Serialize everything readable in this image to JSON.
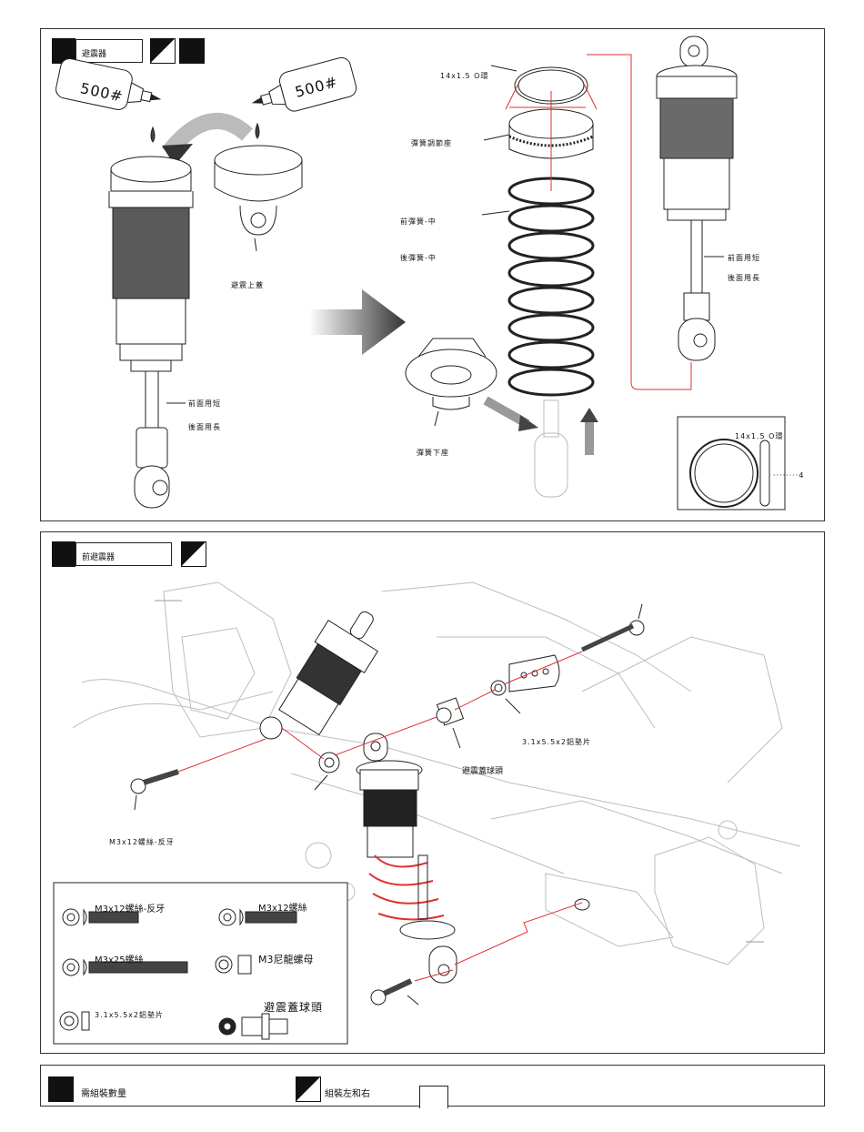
{
  "panel1": {
    "title": "避震器",
    "oil_left": "500#",
    "oil_right": "500#",
    "cap_label": "避震上蓋",
    "shaft_front": "前面用短",
    "shaft_rear": "後面用長",
    "oring": "14x1.5 O環",
    "adjuster": "彈簧調節座",
    "spring_front": "前彈簧-中",
    "spring_rear": "後彈簧-中",
    "lower_seat": "彈簧下座",
    "assembled_front": "前面用短",
    "assembled_rear": "後面用長",
    "inset_label": "14x1.5 O環",
    "inset_qty": "4"
  },
  "panel2": {
    "title": "前避震器",
    "screw_label": "M3x12螺絲-反牙",
    "washer_label": "3.1x5.5x2鋁墊片",
    "ball_label": "避震蓋球頭",
    "parts": [
      {
        "name": "M3x12螺絲-反牙"
      },
      {
        "name": "M3x12螺絲"
      },
      {
        "name": "M3x25螺絲"
      },
      {
        "name": "M3尼龍螺母"
      },
      {
        "name": "3.1x5.5x2鋁墊片"
      },
      {
        "name": "避震蓋球頭"
      }
    ]
  },
  "legend": {
    "quantity": "需組裝數量",
    "left_right": "組裝左和右"
  },
  "colors": {
    "line": "#222222",
    "red_guide": "#e03030",
    "black": "#111111",
    "gray": "#8a8a8a"
  }
}
